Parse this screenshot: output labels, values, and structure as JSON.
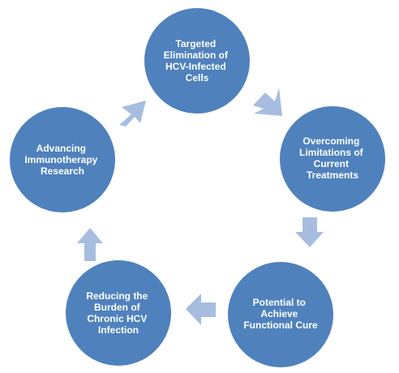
{
  "colors": {
    "circle_fill": "#4f81bd",
    "circle_stroke": "#ffffff",
    "arrow_fill": "#a6bde0",
    "label_text": "#ffffff"
  },
  "nodes": [
    {
      "lines": [
        "Targeted",
        "Elimination of",
        "HCV-Infected",
        "Cells"
      ]
    },
    {
      "lines": [
        "Overcoming",
        "Limitations of",
        "Current",
        "Treatments"
      ]
    },
    {
      "lines": [
        "Potential to",
        "Achieve",
        "Functional Cure"
      ]
    },
    {
      "lines": [
        "Reducing the",
        "Burden of",
        "Chronic HCV",
        "Infection"
      ]
    },
    {
      "lines": [
        "Advancing",
        "Immunotherapy",
        "Research"
      ]
    }
  ]
}
